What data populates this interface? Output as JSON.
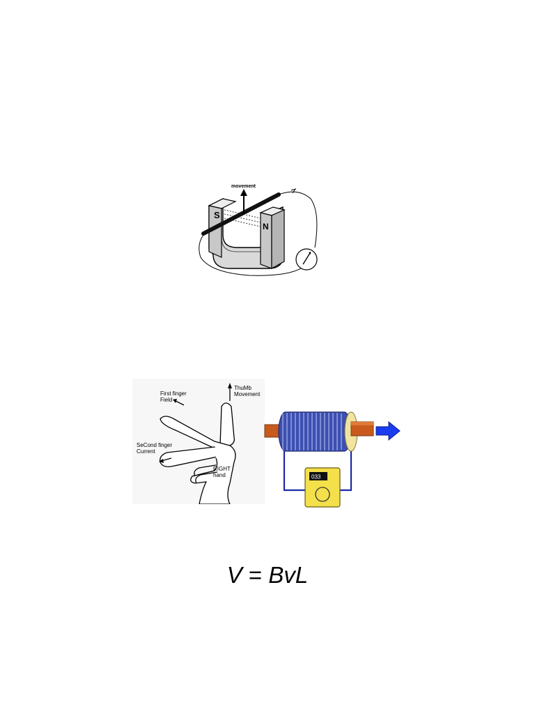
{
  "figure1": {
    "label_movement": "movement",
    "label_s": "S",
    "label_n": "N"
  },
  "figure2": {
    "first_finger_1": "First finger",
    "first_finger_2": "Field",
    "thumb_1": "ThuMb",
    "thumb_2": "Movement",
    "second_finger_1": "SeCond finger",
    "second_finger_2": "Current",
    "right_1": "RIGHT",
    "right_2": "hand"
  },
  "figure3": {
    "meter_reading": "033",
    "colors": {
      "coil": "#3d4fb0",
      "core": "#c85a1e",
      "wire": "#1a2aa8",
      "meter": "#f3e04a",
      "arrow": "#1a3cf0"
    }
  },
  "equation": {
    "lhs": "V",
    "op": "=",
    "rhs": "BvL"
  }
}
